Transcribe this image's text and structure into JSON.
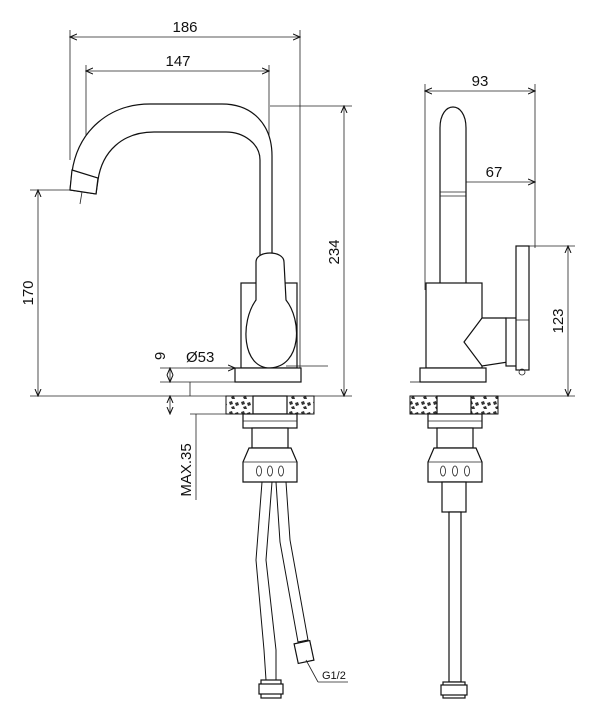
{
  "diagram": {
    "dimensions": {
      "overall_width": "186",
      "spout_reach": "147",
      "overall_height": "234",
      "spout_height": "170",
      "base_diameter": "Ø53",
      "base_height": "9",
      "max_deck_thickness": "MAX.35",
      "side_depth": "93",
      "side_offset": "67",
      "lever_height": "123"
    },
    "labels": {
      "thread": "G1/2"
    }
  }
}
